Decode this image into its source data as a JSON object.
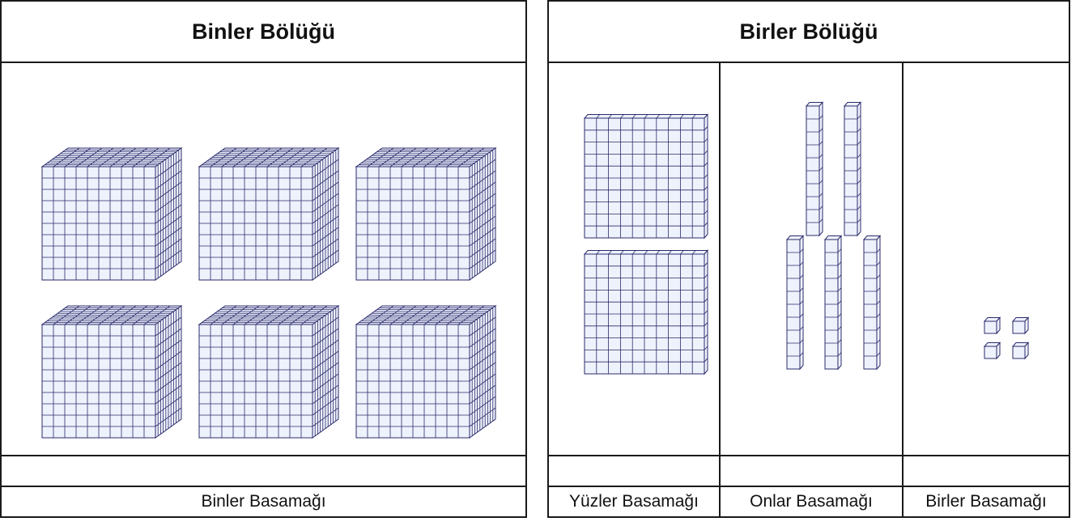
{
  "sections": {
    "thousands": {
      "title": "Binler Bölüğü",
      "columns": [
        {
          "label": "Binler Basamağı",
          "block_type": "thousand-cube",
          "count": 6
        }
      ]
    },
    "ones": {
      "title": "Birler Bölüğü",
      "columns": [
        {
          "label": "Yüzler Basamağı",
          "block_type": "hundred-flat",
          "count": 2
        },
        {
          "label": "Onlar Basamağı",
          "block_type": "ten-rod",
          "count": 5
        },
        {
          "label": "Birler Basamağı",
          "block_type": "unit-cube",
          "count": 4
        }
      ]
    }
  },
  "colors": {
    "block_face": "#eef2fc",
    "block_line": "#2b2b6b",
    "border": "#1a1a1a"
  }
}
